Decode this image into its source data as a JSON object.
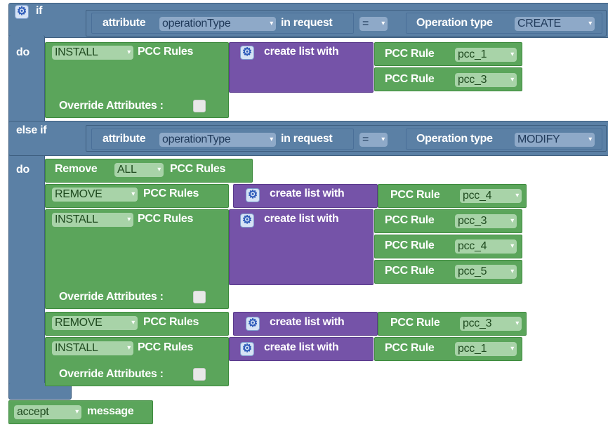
{
  "if_label": "if",
  "do_label": "do",
  "else_if_label": "else if",
  "condition1": {
    "attribute_label": "attribute",
    "attribute_value": "operationType",
    "in_request_label": "in request",
    "operator": "=",
    "optype_label": "Operation type",
    "optype_value": "CREATE"
  },
  "condition2": {
    "attribute_label": "attribute",
    "attribute_value": "operationType",
    "in_request_label": "in request",
    "operator": "=",
    "optype_label": "Operation type",
    "optype_value": "MODIFY"
  },
  "pcc_rules_label": "PCC Rules",
  "create_list_label": "create list with",
  "pcc_rule_label": "PCC Rule",
  "override_label": "Override Attributes :",
  "branch1": {
    "action": "INSTALL",
    "rules": [
      "pcc_1",
      "pcc_3"
    ]
  },
  "branch2": {
    "remove_label": "Remove",
    "remove_all_value": "ALL",
    "remove_pcc_label": "PCC Rules",
    "b1_action": "REMOVE",
    "b1_rule": "pcc_4",
    "b2_action": "INSTALL",
    "b2_rules": [
      "pcc_3",
      "pcc_4",
      "pcc_5"
    ],
    "b3_action": "REMOVE",
    "b3_rule": "pcc_3",
    "b4_action": "INSTALL",
    "b4_rule": "pcc_1"
  },
  "accept_value": "accept",
  "message_label": "message"
}
